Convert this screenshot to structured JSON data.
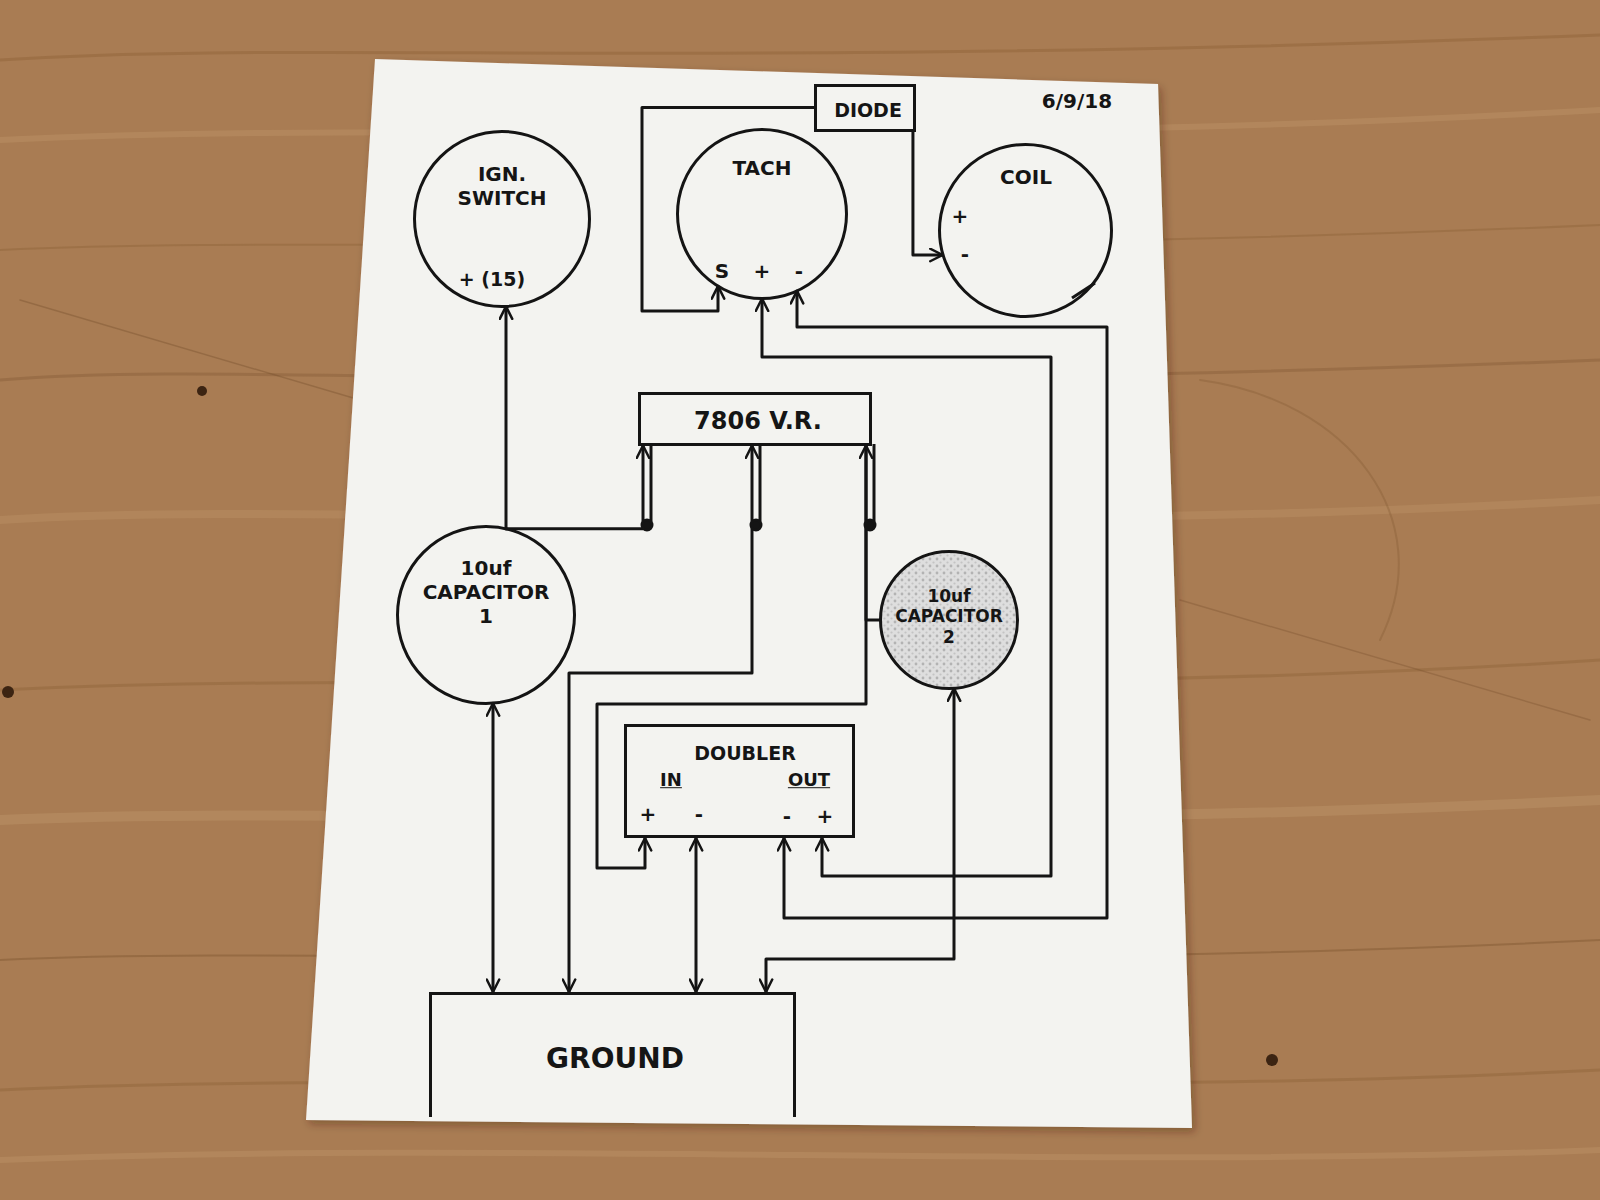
{
  "diagram": {
    "nodes": [
      {
        "text": [
          "DIODE"
        ]
      },
      {
        "text": [
          "IGN. SWITCH",
          "+ (15)"
        ]
      },
      {
        "text": [
          "TACH",
          "S",
          "+",
          "-"
        ]
      },
      {
        "text": [
          "COIL",
          "+",
          "-"
        ]
      },
      {
        "text": [
          "7806 V.R."
        ]
      },
      {
        "text": [
          "10uf CAPACITOR 1"
        ]
      },
      {
        "text": [
          "10uf CAPACITOR 2"
        ]
      },
      {
        "text": [
          "DOUBLER",
          "IN",
          "OUT",
          "+",
          "-",
          "-",
          "+"
        ]
      },
      {
        "text": [
          "GROUND"
        ]
      }
    ],
    "edges": [
      {
        "from": 0,
        "to": 3,
        "arrow": "to"
      },
      {
        "from": 0,
        "to": 2,
        "arrow": "to"
      },
      {
        "from": 5,
        "to": 1,
        "arrow": "to"
      },
      {
        "from": 5,
        "to": 4,
        "arrow": "to"
      },
      {
        "from": 5,
        "to": 8,
        "arrow": "both"
      },
      {
        "from": 4,
        "to": 8,
        "arrow": "both"
      },
      {
        "from": 4,
        "to": 7,
        "arrow": "both"
      },
      {
        "from": 6,
        "to": 4,
        "arrow": "none"
      },
      {
        "from": 6,
        "to": 8,
        "arrow": "both"
      },
      {
        "from": 7,
        "to": 8,
        "arrow": "both"
      },
      {
        "from": 7,
        "to": 2,
        "arrow": "both"
      },
      {
        "from": 7,
        "to": 2,
        "arrow": "both"
      }
    ],
    "labels": [
      "6/9/18"
    ]
  }
}
